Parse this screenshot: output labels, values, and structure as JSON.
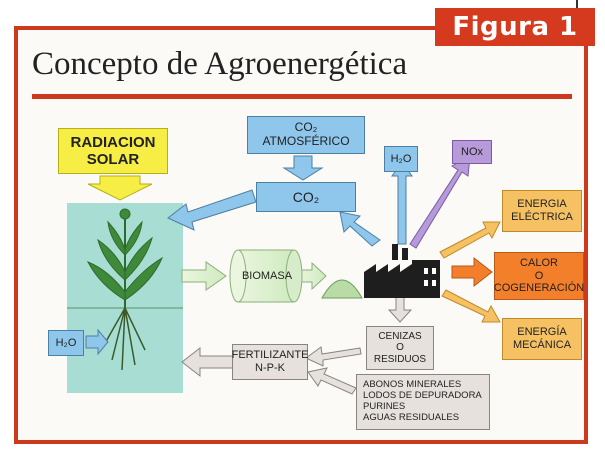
{
  "figure_tag": "Figura 1",
  "title": "Concepto de Agroenergética",
  "nodes": {
    "radiacion": "RADIACION\nSOLAR",
    "co2_atm": "CO₂\nATMOSFÉRICO",
    "co2": "CO₂",
    "biomasa": "BIOMASA",
    "h2o_top": "H₂O",
    "nox": "NOx",
    "h2o_left": "H₂O",
    "energia_electrica": "ENERGIA\nELÉCTRICA",
    "calor": "CALOR\nO\nCOGENERACIÓN",
    "energia_mecanica": "ENERGÍA\nMECÁNICA",
    "cenizas": "CENIZAS\nO\nRESIDUOS",
    "fertilizante": "FERTILIZANTE\nN-P-K",
    "abonos": "ABONOS MINERALES\nLODOS DE DEPURADORA\nPURINES\nAGUAS RESIDUALES"
  },
  "colors": {
    "frame": "#cc3a1e",
    "yellow": "#f7ee45",
    "blue": "#8fc6ec",
    "green_panel": "#a8ddd3",
    "orange": "#f47f2a",
    "light_orange": "#f6c163",
    "gray": "#e7e1dd",
    "purple": "#b79ad9"
  }
}
